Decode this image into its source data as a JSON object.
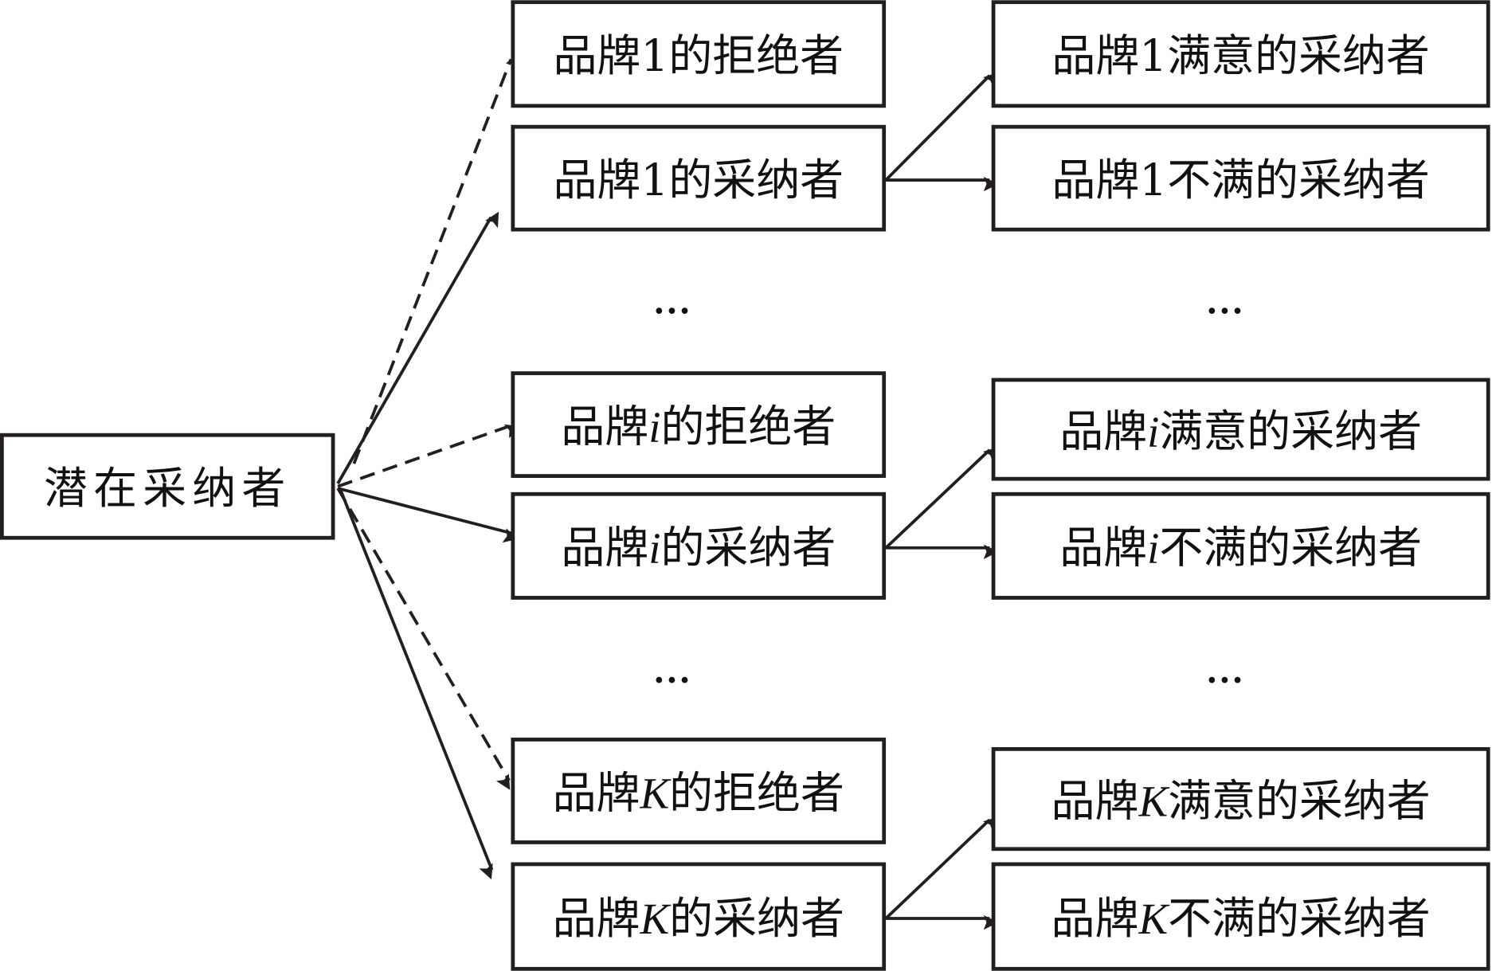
{
  "diagram": {
    "root": {
      "id": "potential",
      "label": "潜在采纳者"
    },
    "column2": [
      {
        "id": "b1-reject",
        "prefix": "品牌",
        "var": "1",
        "italic": false,
        "suffix": "的拒绝者"
      },
      {
        "id": "b1-adopt",
        "prefix": "品牌",
        "var": "1",
        "italic": false,
        "suffix": "的采纳者"
      },
      {
        "id": "bi-reject",
        "prefix": "品牌",
        "var": "i",
        "italic": true,
        "suffix": "的拒绝者"
      },
      {
        "id": "bi-adopt",
        "prefix": "品牌",
        "var": "i",
        "italic": true,
        "suffix": "的采纳者"
      },
      {
        "id": "bK-reject",
        "prefix": "品牌",
        "var": "K",
        "italic": true,
        "suffix": "的拒绝者"
      },
      {
        "id": "bK-adopt",
        "prefix": "品牌",
        "var": "K",
        "italic": true,
        "suffix": "的采纳者"
      }
    ],
    "column3": [
      {
        "id": "b1-satisfied",
        "prefix": "品牌",
        "var": "1",
        "italic": false,
        "suffix": "满意的采纳者"
      },
      {
        "id": "b1-unsatisfied",
        "prefix": "品牌",
        "var": "1",
        "italic": false,
        "suffix": "不满的采纳者"
      },
      {
        "id": "bi-satisfied",
        "prefix": "品牌",
        "var": "i",
        "italic": true,
        "suffix": "满意的采纳者"
      },
      {
        "id": "bi-unsatisfied",
        "prefix": "品牌",
        "var": "i",
        "italic": true,
        "suffix": "不满的采纳者"
      },
      {
        "id": "bK-satisfied",
        "prefix": "品牌",
        "var": "K",
        "italic": true,
        "suffix": "满意的采纳者"
      },
      {
        "id": "bK-unsatisfied",
        "prefix": "品牌",
        "var": "K",
        "italic": true,
        "suffix": "不满的采纳者"
      }
    ],
    "ellipsis": "…",
    "edges": [
      {
        "from": "potential",
        "to": "b1-reject",
        "style": "dashed"
      },
      {
        "from": "potential",
        "to": "b1-adopt",
        "style": "solid"
      },
      {
        "from": "potential",
        "to": "bi-reject",
        "style": "dashed"
      },
      {
        "from": "potential",
        "to": "bi-adopt",
        "style": "solid"
      },
      {
        "from": "potential",
        "to": "bK-reject",
        "style": "dashed"
      },
      {
        "from": "potential",
        "to": "bK-adopt",
        "style": "solid"
      },
      {
        "from": "b1-adopt",
        "to": "b1-satisfied",
        "style": "solid"
      },
      {
        "from": "b1-adopt",
        "to": "b1-unsatisfied",
        "style": "solid"
      },
      {
        "from": "bi-adopt",
        "to": "bi-satisfied",
        "style": "solid"
      },
      {
        "from": "bi-adopt",
        "to": "bi-unsatisfied",
        "style": "solid"
      },
      {
        "from": "bK-adopt",
        "to": "bK-satisfied",
        "style": "solid"
      },
      {
        "from": "bK-adopt",
        "to": "bK-unsatisfied",
        "style": "solid"
      }
    ]
  }
}
